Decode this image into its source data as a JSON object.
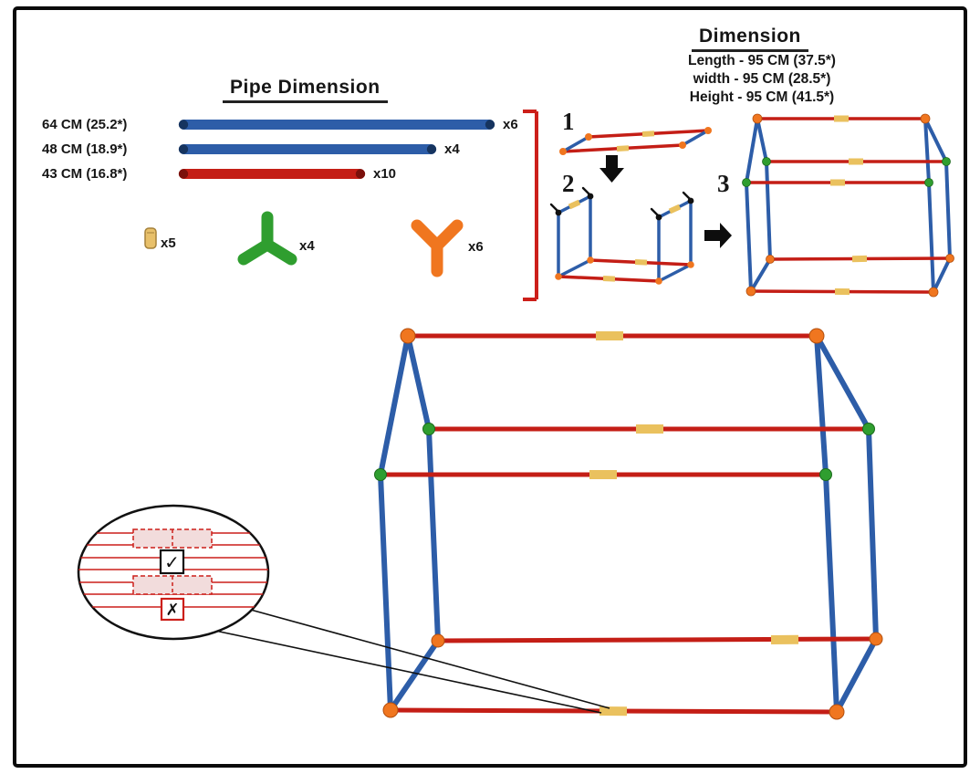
{
  "pipe_section": {
    "title": "Pipe Dimension",
    "pipes": [
      {
        "label": "64 CM (25.2*)",
        "count": "x6",
        "color": "#2d5da8",
        "cap_color": "#16345f"
      },
      {
        "label": "48 CM (18.9*)",
        "count": "x4",
        "color": "#2d5da8",
        "cap_color": "#16345f"
      },
      {
        "label": "43 CM (16.8*)",
        "count": "x10",
        "color": "#c41e16",
        "cap_color": "#7a100b"
      }
    ],
    "connectors": [
      {
        "name": "straight-coupler",
        "count": "x5",
        "color": "#e8c06a"
      },
      {
        "name": "three-way-connector-green",
        "count": "x4",
        "color": "#2f9e2f"
      },
      {
        "name": "three-way-connector-orange",
        "count": "x6",
        "color": "#f0761f"
      }
    ]
  },
  "dimension_section": {
    "title": "Dimension",
    "lines": [
      "Length - 95 CM (37.5*)",
      "width - 95 CM (28.5*)",
      "Height - 95 CM (41.5*)"
    ]
  },
  "steps": [
    {
      "number": "1"
    },
    {
      "number": "2"
    },
    {
      "number": "3"
    }
  ],
  "detail_inset": {
    "correct_mark": "✓",
    "incorrect_mark": "✗"
  },
  "colors": {
    "pipe_blue": "#2d5da8",
    "pipe_red": "#c41e16",
    "joint_yellow": "#eac15e",
    "connector_green": "#2f9e2f",
    "connector_orange": "#f0761f",
    "frame_border": "#0a0a0a",
    "inset_pink": "#f2dcdc"
  }
}
